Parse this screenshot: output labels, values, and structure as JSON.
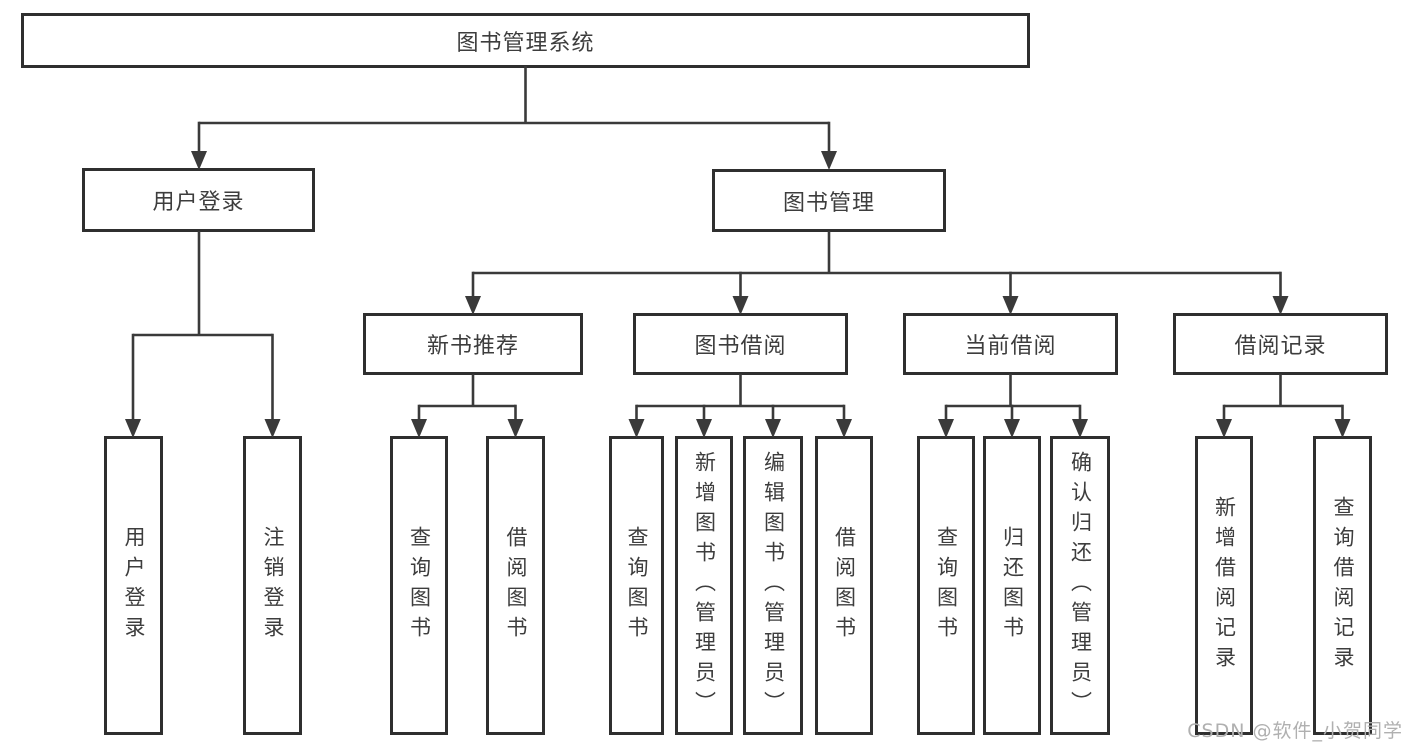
{
  "colors": {
    "line": "#3a3a3a",
    "border": "#2f2f2f",
    "text": "#3d3d3d",
    "watermark": "#b0b0b0"
  },
  "watermark": {
    "text": "CSDN @软件_小贺同学"
  },
  "tree": {
    "root": {
      "label": "图书管理系统"
    },
    "branches": [
      {
        "label": "用户登录",
        "children": [
          {
            "label": "用户登录"
          },
          {
            "label": "注销登录"
          }
        ]
      },
      {
        "label": "图书管理",
        "children": [
          {
            "label": "新书推荐",
            "children": [
              {
                "label": "查询图书"
              },
              {
                "label": "借阅图书"
              }
            ]
          },
          {
            "label": "图书借阅",
            "children": [
              {
                "label": "查询图书"
              },
              {
                "label": "新增图书（管理员）"
              },
              {
                "label": "编辑图书（管理员）"
              },
              {
                "label": "借阅图书"
              }
            ]
          },
          {
            "label": "当前借阅",
            "children": [
              {
                "label": "查询图书"
              },
              {
                "label": "归还图书"
              },
              {
                "label": "确认归还（管理员）"
              }
            ]
          },
          {
            "label": "借阅记录",
            "children": [
              {
                "label": "新增借阅记录"
              },
              {
                "label": "查询借阅记录"
              }
            ]
          }
        ]
      }
    ]
  }
}
